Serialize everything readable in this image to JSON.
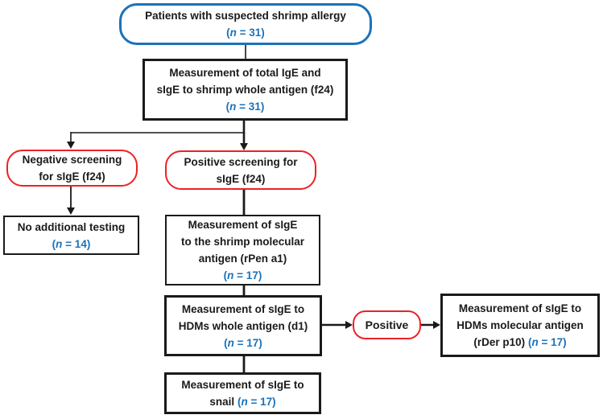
{
  "figure": {
    "type": "flowchart",
    "background": "#ffffff"
  },
  "colors": {
    "blue_accent": "#1b72b9",
    "red_accent": "#ec2227",
    "black": "#1a1a1a"
  },
  "nodes": {
    "suspected": {
      "lines": [
        "Patients with suspected shrimp allergy"
      ],
      "n_label": "(n = 31)",
      "n_inline": false,
      "shape": "rounded",
      "border_color": "#1b72b9"
    },
    "total_ige": {
      "lines": [
        "Measurement of total IgE and",
        "sIgE to shrimp whole antigen (f24)"
      ],
      "n_label": "(n = 31)",
      "n_inline": false,
      "shape": "rectangle",
      "border_color": "#1a1a1a"
    },
    "negative_screening": {
      "lines": [
        "Negative screening",
        "for sIgE (f24)"
      ],
      "shape": "rounded",
      "border_color": "#ec2227"
    },
    "positive_screening": {
      "lines": [
        "Positive screening for",
        "sIgE (f24)"
      ],
      "shape": "rounded",
      "border_color": "#ec2227"
    },
    "no_additional": {
      "lines": [
        "No additional testing"
      ],
      "n_label": "(n = 14)",
      "n_inline": false,
      "shape": "rectangle",
      "border_color": "#1a1a1a"
    },
    "shrimp_molecular": {
      "lines": [
        "Measurement of sIgE",
        "to the shrimp molecular",
        "antigen (rPen a1)"
      ],
      "n_label": "(n = 17)",
      "n_inline": false,
      "shape": "rectangle",
      "border_color": "#1a1a1a"
    },
    "hdm_whole": {
      "lines": [
        "Measurement of sIgE to",
        "HDMs whole antigen (d1)"
      ],
      "n_label": "(n = 17)",
      "n_inline": false,
      "shape": "rectangle",
      "border_color": "#1a1a1a"
    },
    "positive": {
      "lines": [
        "Positive"
      ],
      "shape": "rounded",
      "border_color": "#ec2227"
    },
    "hdm_molecular": {
      "lines": [
        "Measurement of sIgE to",
        "HDMs molecular antigen",
        "(rDer p10)"
      ],
      "n_label": "(n = 17)",
      "n_inline": true,
      "shape": "rectangle",
      "border_color": "#1a1a1a"
    },
    "snail": {
      "lines": [
        "Measurement of sIgE to",
        "snail"
      ],
      "n_label": "(n = 17)",
      "n_inline": true,
      "shape": "rectangle",
      "border_color": "#1a1a1a"
    }
  },
  "edges": [
    {
      "from": "suspected",
      "to": "total_ige",
      "arrow": false
    },
    {
      "from": "total_ige",
      "to": "negative_screening",
      "arrow": true
    },
    {
      "from": "total_ige",
      "to": "positive_screening",
      "arrow": true
    },
    {
      "from": "negative_screening",
      "to": "no_additional",
      "arrow": true
    },
    {
      "from": "positive_screening",
      "to": "shrimp_molecular",
      "arrow": false
    },
    {
      "from": "shrimp_molecular",
      "to": "hdm_whole",
      "arrow": false
    },
    {
      "from": "hdm_whole",
      "to": "positive",
      "arrow": true
    },
    {
      "from": "positive",
      "to": "hdm_molecular",
      "arrow": true
    },
    {
      "from": "hdm_whole",
      "to": "snail",
      "arrow": false
    }
  ]
}
